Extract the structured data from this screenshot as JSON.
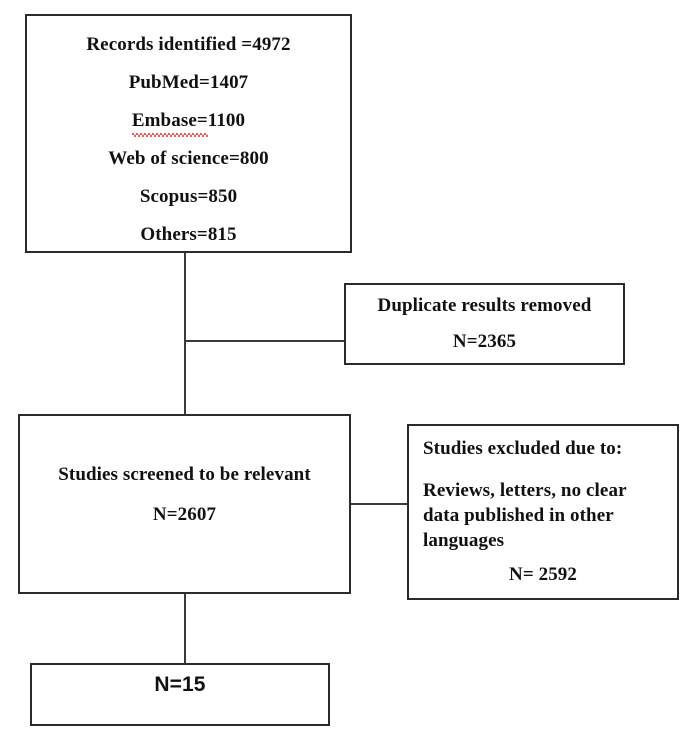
{
  "diagram": {
    "title": "PRISMA study selection flow diagram",
    "background_color": "#ffffff",
    "box_border_color": "#2b2b2b",
    "connector_color": "#3a3a3a",
    "text_color": "#111111",
    "spellcheck_underline_color": "#e8251f"
  },
  "identification": {
    "name": "records-identified",
    "lines": [
      "Records identified =4972",
      "PubMed=1407",
      "Embase=1100",
      "Web of science=800",
      "Scopus=850",
      "Others=815"
    ],
    "total": 4972,
    "sources": [
      {
        "label": "PubMed",
        "count": 1407
      },
      {
        "label": "Embase",
        "count": 1100
      },
      {
        "label": "Web of science",
        "count": 800
      },
      {
        "label": "Scopus",
        "count": 850
      },
      {
        "label": "Others",
        "count": 815
      }
    ],
    "misspelled_token": "Embase="
  },
  "duplicates": {
    "name": "duplicates-removed",
    "heading": "Duplicate results removed",
    "count_label": "N=2365",
    "count": 2365
  },
  "screened": {
    "name": "studies-screened",
    "heading": "Studies screened to be relevant",
    "count_label": "N=2607",
    "count": 2607
  },
  "excluded": {
    "name": "studies-excluded",
    "heading": "Studies excluded due to:",
    "reason_line_1": "Reviews, letters, no clear",
    "reason_line_2": "data published in other",
    "reason_line_3": "languages",
    "reasons_full": "Reviews, letters, no clear data published in other languages",
    "count_label": "N= 2592",
    "count": 2592
  },
  "included": {
    "name": "studies-included",
    "count_label": "N=15",
    "count": 15
  }
}
